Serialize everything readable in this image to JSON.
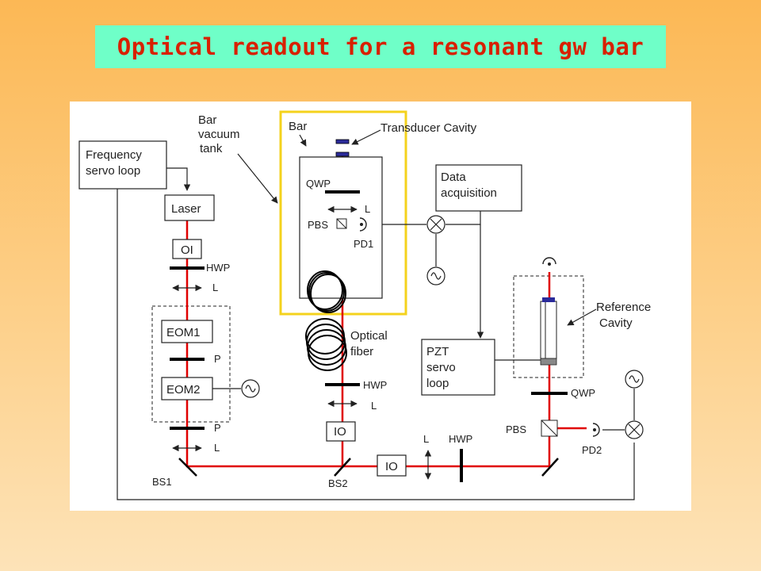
{
  "title": "Optical readout for a resonant gw bar",
  "colors": {
    "beam": "#e00000",
    "highlight": "#f4d21c",
    "title_bg": "#6fffc8",
    "title_fg": "#d82000"
  },
  "labels": {
    "freq1": "Frequency",
    "freq2": "servo loop",
    "laser": "Laser",
    "oi": "OI",
    "hwp": "HWP",
    "l": "L",
    "p": "P",
    "eom1": "EOM1",
    "eom2": "EOM2",
    "bs1": "BS1",
    "bs2": "BS2",
    "tank1": "Bar",
    "tank2": "vacuum",
    "tank3": "tank",
    "bar": "Bar",
    "transducer": "Transducer Cavity",
    "qwp": "QWP",
    "pbs": "PBS",
    "pd1": "PD1",
    "pd2": "PD2",
    "optical1": "Optical",
    "optical2": "fiber",
    "io": "IO",
    "data1": "Data",
    "data2": "acquisition",
    "pzt1": "PZT",
    "pzt2": "servo",
    "pzt3": "loop",
    "ref1": "Reference",
    "ref2": "Cavity"
  }
}
